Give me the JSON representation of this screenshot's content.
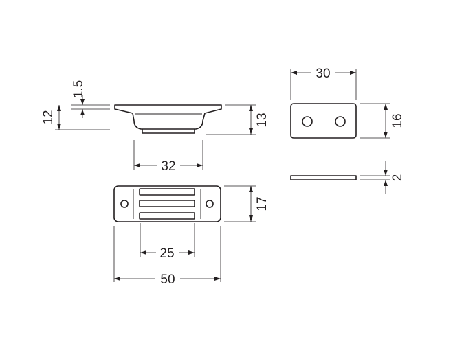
{
  "dimensions": {
    "thickness": "1.5",
    "side_height": "12",
    "body_width": "32",
    "side_depth": "13",
    "total_width": "50",
    "slot_span": "25",
    "top_depth": "17",
    "plate_width": "30",
    "plate_height": "16",
    "plate_thickness": "2"
  }
}
